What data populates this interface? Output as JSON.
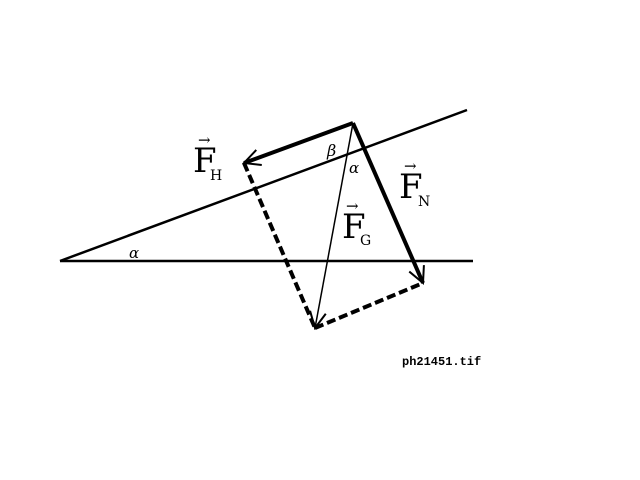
{
  "labels": {
    "force_downhill": "F",
    "force_downhill_sub": "H",
    "force_normal": "F",
    "force_normal_sub": "N",
    "force_gravity": "F",
    "force_gravity_sub": "G",
    "angle_incline": "α",
    "angle_alpha_top": "α",
    "angle_beta": "β",
    "vector_arrow": "→"
  },
  "filename": "ph21451.tif",
  "colors": {
    "ink": "#000000",
    "background": "#ffffff"
  }
}
